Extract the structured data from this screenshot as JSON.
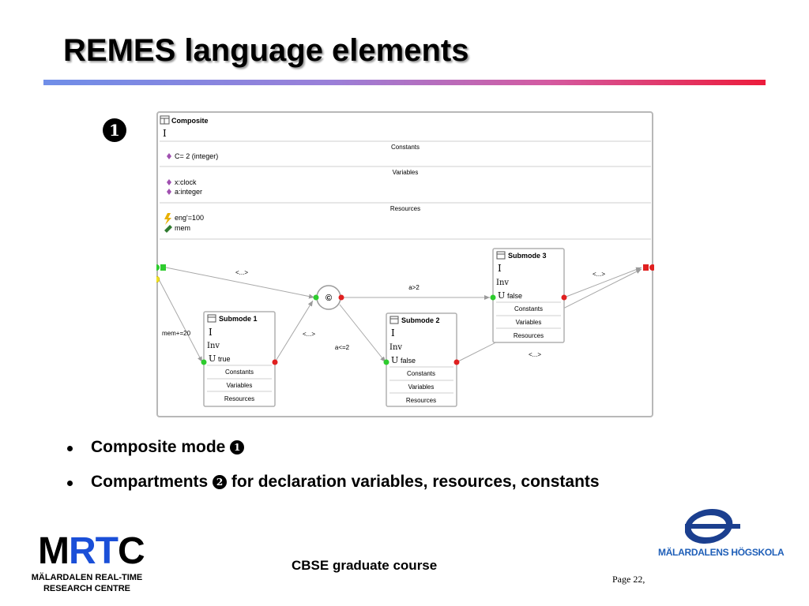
{
  "slide": {
    "title": "REMES language elements",
    "marker_1": "1",
    "marker_2": "2"
  },
  "diagram": {
    "composite": {
      "name": "Composite",
      "invariant_symbol": "I",
      "compartments": [
        {
          "label": "Constants",
          "items": [
            "C= 2 (integer)"
          ]
        },
        {
          "label": "Variables",
          "items": [
            "x:clock",
            "a:integer"
          ]
        },
        {
          "label": "Resources",
          "items": [
            "eng'=100",
            "mem"
          ]
        }
      ]
    },
    "submodes": [
      {
        "name": "Submode 1",
        "invariant": "I",
        "inv_label": "Inv",
        "init_symbol": "U",
        "init_value": "true",
        "sections": [
          "Constants",
          "Variables",
          "Resources"
        ]
      },
      {
        "name": "Submode 2",
        "invariant": "I",
        "inv_label": "Inv",
        "init_symbol": "U",
        "init_value": "false",
        "sections": [
          "Constants",
          "Variables",
          "Resources"
        ]
      },
      {
        "name": "Submode 3",
        "invariant": "I",
        "inv_label": "Inv",
        "init_symbol": "U",
        "init_value": "false",
        "sections": [
          "Constants",
          "Variables",
          "Resources"
        ]
      }
    ],
    "connector_symbol": "©",
    "edge_labels": {
      "entry_to_connector": "<...>",
      "reset": "mem+=20",
      "sub1_to_connector": "<...>",
      "connector_to_sub3": "a>2",
      "connector_to_sub2": "a<=2",
      "sub3_to_exit": "<...>",
      "sub2_to_exit": "<...>"
    },
    "colors": {
      "entry_port": "#2ecc2e",
      "exit_port": "#e02020",
      "init_port": "#f0e020",
      "frame": "#b8b8b8"
    }
  },
  "bullets": [
    {
      "text": "Composite mode",
      "marker": "1"
    },
    {
      "text_before": "Compartments",
      "marker": "2",
      "text_after": "for declaration variables, resources, constants"
    }
  ],
  "footer": {
    "left_logo_letters": [
      "M",
      "R",
      "T",
      "C"
    ],
    "left_logo_line1": "MÄLARDALEN REAL-TIME",
    "left_logo_line2": "RESEARCH CENTRE",
    "course": "CBSE graduate course",
    "page": "Page 22,",
    "right_logo_text": "MÄLARDALENS HÖGSKOLA"
  }
}
